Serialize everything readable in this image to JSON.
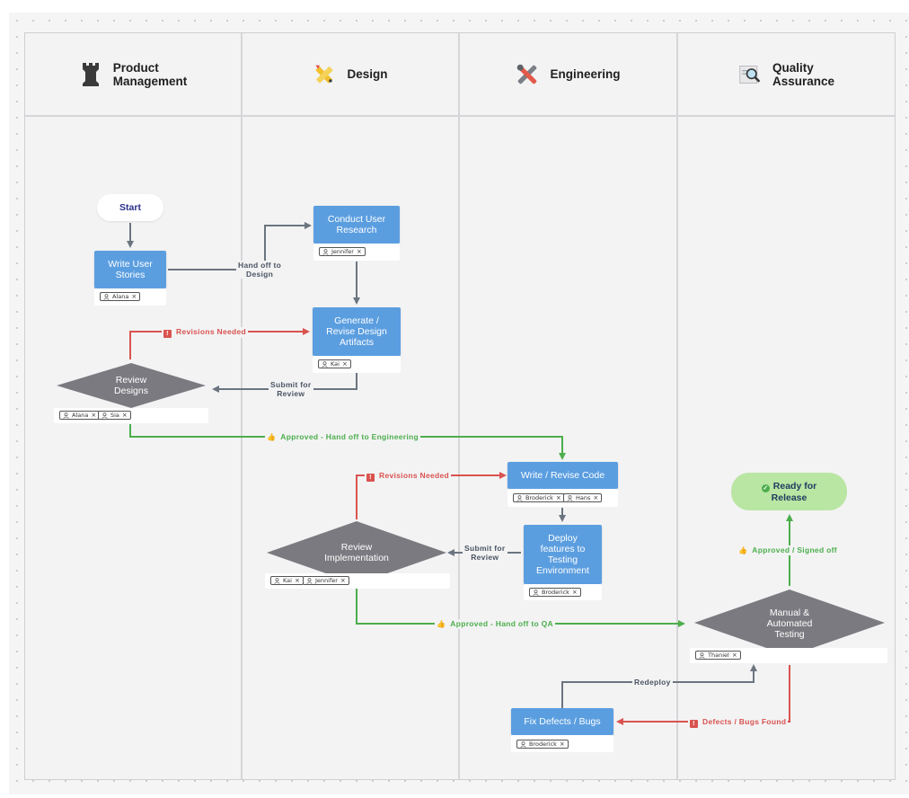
{
  "lanes": [
    {
      "title": "Product\nManagement",
      "icon": "chess-rook-icon"
    },
    {
      "title": "Design",
      "icon": "pencil-ruler-icon"
    },
    {
      "title": "Engineering",
      "icon": "tools-icon"
    },
    {
      "title": "Quality\nAssurance",
      "icon": "magnifier-document-icon"
    }
  ],
  "nodes": {
    "start": "Start",
    "write_user_stories": "Write User\nStories",
    "conduct_user_research": "Conduct User\nResearch",
    "generate_design": "Generate /\nRevise Design\nArtifacts",
    "review_designs": "Review\nDesigns",
    "write_code": "Write / Revise Code",
    "review_implementation": "Review\nImplementation",
    "deploy_features": "Deploy\nfeatures to\nTesting\nEnvironment",
    "manual_testing": "Manual &\nAutomated\nTesting",
    "fix_defects": "Fix Defects / Bugs",
    "ready_for_release": "Ready for\nRelease"
  },
  "assignees": {
    "write_user_stories": [
      "Alana"
    ],
    "conduct_user_research": [
      "Jennifer"
    ],
    "generate_design": [
      "Kai"
    ],
    "review_designs": [
      "Alana",
      "Sia"
    ],
    "write_code": [
      "Broderick",
      "Hans"
    ],
    "review_implementation": [
      "Kai",
      "Jennifer"
    ],
    "deploy_features": [
      "Broderick"
    ],
    "manual_testing": [
      "Thaniel"
    ],
    "fix_defects": [
      "Broderick"
    ]
  },
  "edge_labels": {
    "hand_off_design": "Hand off to\nDesign",
    "revisions_needed_1": "Revisions Needed",
    "submit_review_1": "Submit for\nReview",
    "approved_engineering": "Approved - Hand off to Engineering",
    "revisions_needed_2": "Revisions Needed",
    "submit_review_2": "Submit for\nReview",
    "approved_qa": "Approved - Hand off to QA",
    "approved_signed_off": "Approved / Signed off",
    "redeploy": "Redeploy",
    "defects_found": "Defects / Bugs Found"
  },
  "colors": {
    "node_blue": "#5b9ee0",
    "diamond_gray": "#7a7a80",
    "arrow_gray": "#6b7580",
    "arrow_red": "#d9534f",
    "arrow_green": "#4cae4c",
    "release_green": "#b9e6a3"
  }
}
